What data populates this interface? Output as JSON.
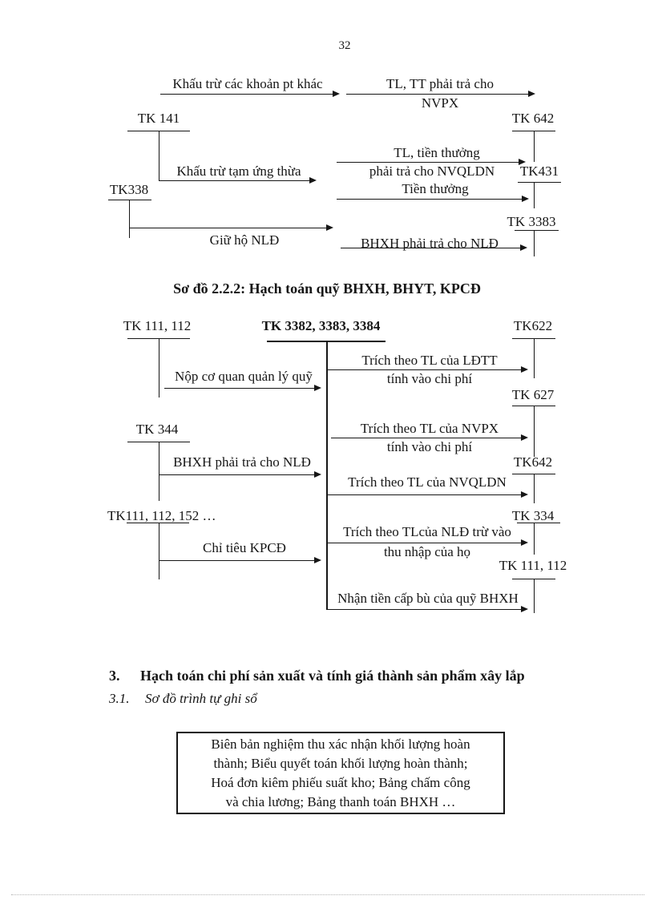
{
  "page_number": "32",
  "d1": {
    "tk141": "TK 141",
    "tk338": "TK338",
    "tk642": "TK 642",
    "tk431": "TK431",
    "tk3383": "TK 3383",
    "a1": "Khấu trừ các khoản pt khác",
    "a2_top": "TL, TT phải trả cho",
    "a2_bot": "NVPX",
    "a3": "Khấu trừ  tạm ứng thừa",
    "a4": "Giữ hộ NLĐ",
    "a5_top": "TL, tiền thưởng",
    "a5_bot": "phải trả cho NVQLDN",
    "a6": "Tiền thưởng",
    "a7": "BHXH phải trả cho NLĐ"
  },
  "title2": "Sơ đồ 2.2.2: Hạch toán quỹ BHXH, BHYT, KPCĐ",
  "d2": {
    "left1": "TK 111, 112",
    "center": "TK 3382, 3383, 3384",
    "left2": "TK 344",
    "left3": "TK111, 112, 152 …",
    "right1": "TK622",
    "right2": "TK 627",
    "right3": "TK642",
    "right4": "TK 334",
    "right5": "TK 111, 112",
    "nop": "Nộp cơ quan quản lý quỹ",
    "ldtt1": "Trích theo TL của LĐTT",
    "ldtt2": "tính vào chi phí",
    "bhxh": "BHXH phải trả cho NLĐ",
    "nvpx1": "Trích theo TL của NVPX",
    "nvpx2": "tính vào chi phí",
    "nvqldn": "Trích theo TL của NVQLDN",
    "chitieu": "Chỉ tiêu KPCĐ",
    "nld1": "Trích theo TLcủa NLĐ trừ vào",
    "nld2": "thu nhập của họ",
    "nhan": "Nhận tiền  cấp bù của quỹ BHXH"
  },
  "section": {
    "num": "3.",
    "title": "Hạch toán chi phí sản xuất và tính giá thành sản phẩm xây lắp",
    "subnum": "3.1.",
    "subtitle": "Sơ đồ trình tự ghi sổ"
  },
  "box": {
    "lines": [
      "Biên bản nghiệm thu xác nhận khối lượng hoàn",
      "thành; Biểu quyết toán khối lượng hoàn thành;",
      "Hoá đơn kiêm phiếu suất kho; Bảng chấm công",
      "và chia lương; Bảng thanh toán BHXH …"
    ]
  }
}
